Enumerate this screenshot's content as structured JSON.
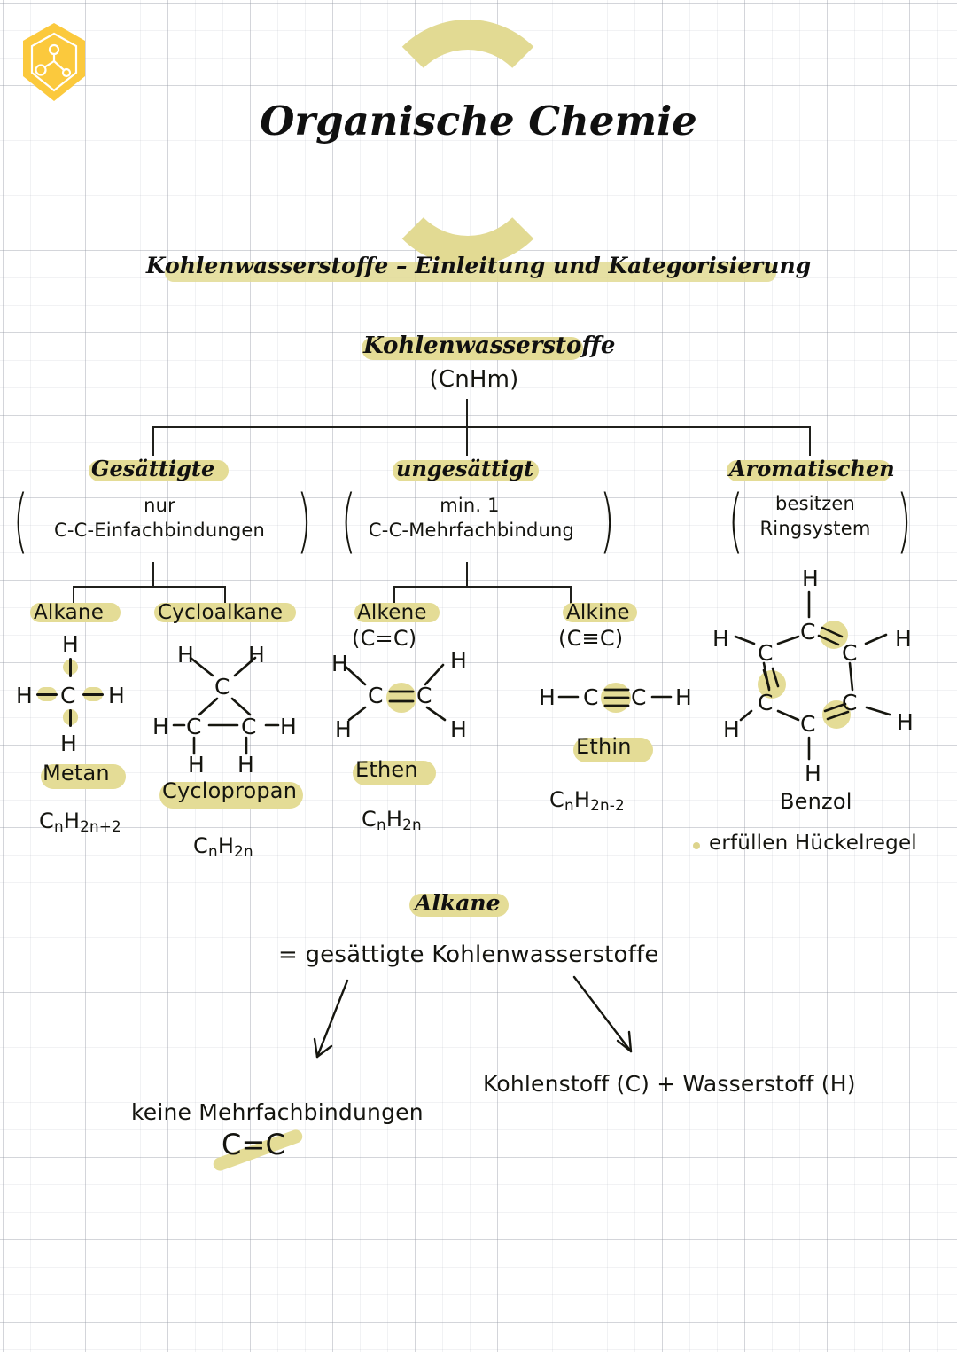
{
  "page": {
    "background": "grid-paper",
    "highlight_color": "#e2da93",
    "ink_color": "#14140f",
    "logo_color": "#fbc93d"
  },
  "logo": {
    "name": "molecule-hexagon-logo"
  },
  "header": {
    "title": "Organische Chemie",
    "subtitle": "Kohlenwasserstoffe – Einleitung und Kategorisierung"
  },
  "tree": {
    "root": {
      "label": "Kohlenwasserstoffe",
      "formula": "(CnHm)"
    },
    "branches": [
      {
        "label": "Gesättigte",
        "note_line1": "nur",
        "note_line2": "C-C-Einfachbindungen"
      },
      {
        "label": "ungesättigt",
        "note_line1": "min. 1",
        "note_line2": "C-C-Mehrfachbindung"
      },
      {
        "label": "Aromatischen",
        "note_line1": "besitzen",
        "note_line2": "Ringsystem"
      }
    ],
    "categories": [
      {
        "label": "Alkane",
        "bond_note": "",
        "molecule": "Metan",
        "formula": "CnH2n+2"
      },
      {
        "label": "Cycloalkane",
        "bond_note": "",
        "molecule": "Cyclopropan",
        "formula": "CnH2n"
      },
      {
        "label": "Alkene",
        "bond_note": "(C=C)",
        "molecule": "Ethen",
        "formula": "CnH2n"
      },
      {
        "label": "Alkine",
        "bond_note": "(C≡C)",
        "molecule": "Ethin",
        "formula": "CnH2n-2"
      },
      {
        "label": "Benzol",
        "bond_note": "",
        "molecule": "Benzol",
        "formula": ""
      }
    ],
    "aromatic_note": "erfüllen Hückelregel"
  },
  "atoms": {
    "H": "H",
    "C": "C"
  },
  "formulas": {
    "methane_formula_base": "C",
    "alkane": {
      "base": "C",
      "n": "n",
      "h": "H",
      "hsub": "2n+2"
    },
    "cycloalkane": {
      "base": "C",
      "n": "n",
      "h": "H",
      "hsub": "2n"
    },
    "alkene": {
      "base": "C",
      "n": "n",
      "h": "H",
      "hsub": "2n"
    },
    "alkine": {
      "base": "C",
      "n": "n",
      "h": "H",
      "hsub": "2n-2"
    },
    "root": {
      "base": "C",
      "n": "n",
      "h": "H",
      "hsub": "m"
    }
  },
  "bottom": {
    "heading": "Alkane",
    "definition": "= gesättigte Kohlenwasserstoffe",
    "left_branch": "keine Mehrfachbindungen",
    "left_branch_struck": "C=C",
    "right_branch": "Kohlenstoff (C) + Wasserstoff (H)"
  }
}
